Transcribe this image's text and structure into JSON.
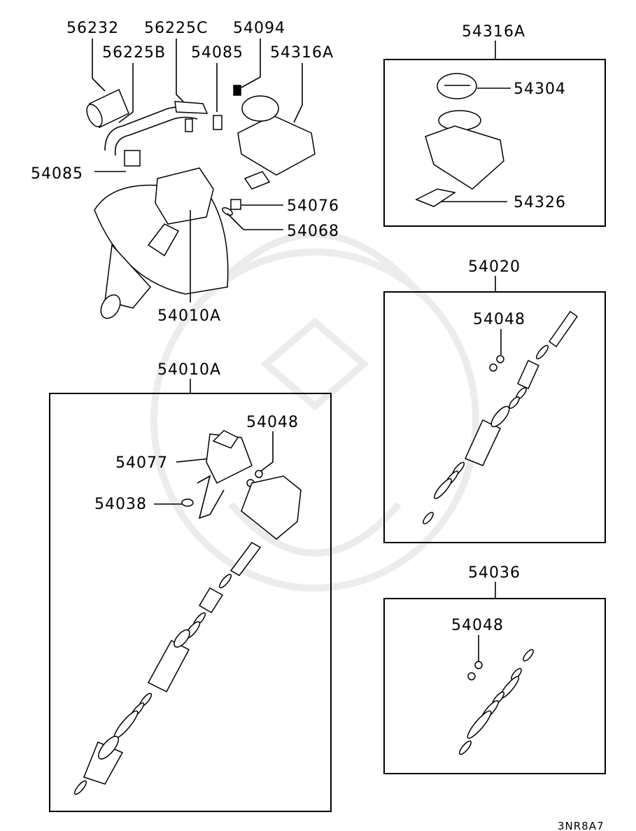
{
  "diagram": {
    "labels": {
      "p56232": "56232",
      "p56225C": "56225C",
      "p54094": "54094",
      "p56225B": "56225B",
      "p54085_top": "54085",
      "p54316A_top": "54316A",
      "p54085_left": "54085",
      "p54076": "54076",
      "p54068": "54068",
      "p54010A_main": "54010A",
      "p54316A_box": "54316A",
      "p54304": "54304",
      "p54326": "54326",
      "p54020": "54020",
      "p54048_a": "54048",
      "p54010A_box": "54010A",
      "p54048_b": "54048",
      "p54077": "54077",
      "p54038": "54038",
      "p54036": "54036",
      "p54048_c": "54048"
    },
    "figure_code": "3NR8A7"
  }
}
